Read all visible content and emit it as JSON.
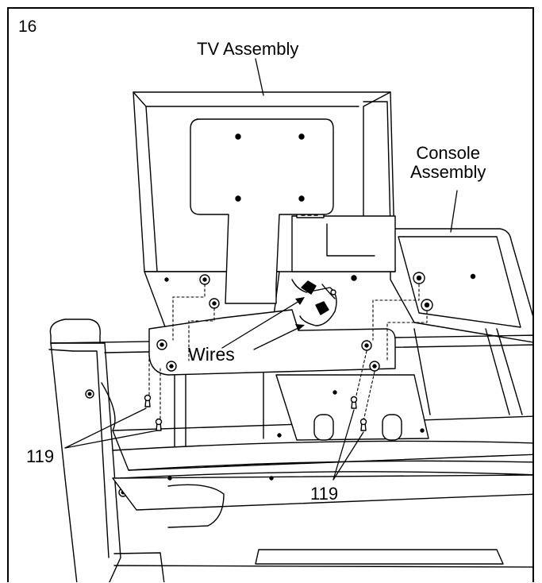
{
  "step_number": "16",
  "labels": {
    "tv_assembly": "TV Assembly",
    "console_line1": "Console",
    "console_line2": "Assembly",
    "wires": "Wires",
    "part_left": "119",
    "part_right": "119"
  },
  "colors": {
    "line": "#000000",
    "background": "#ffffff"
  }
}
